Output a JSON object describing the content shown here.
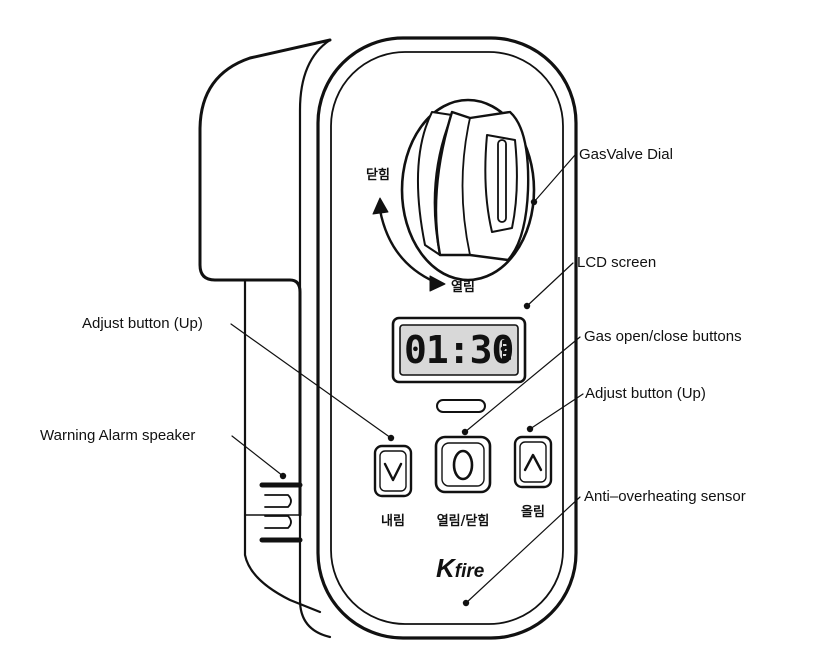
{
  "callouts": {
    "gas_valve_dial": "GasValve Dial",
    "lcd_screen": "LCD screen",
    "adjust_up_left": "Adjust button (Up)",
    "gas_open_close": "Gas open/close buttons",
    "adjust_up_right": "Adjust button (Up)",
    "warning_speaker": "Warning Alarm speaker",
    "anti_overheat": "Anti–overheating sensor"
  },
  "device_labels": {
    "close": "닫힘",
    "open": "열림",
    "down": "내림",
    "open_close": "열림/닫힘",
    "up": "올림"
  },
  "lcd": {
    "time": "01:30"
  },
  "brand": {
    "k": "K",
    "rest": "fire"
  }
}
